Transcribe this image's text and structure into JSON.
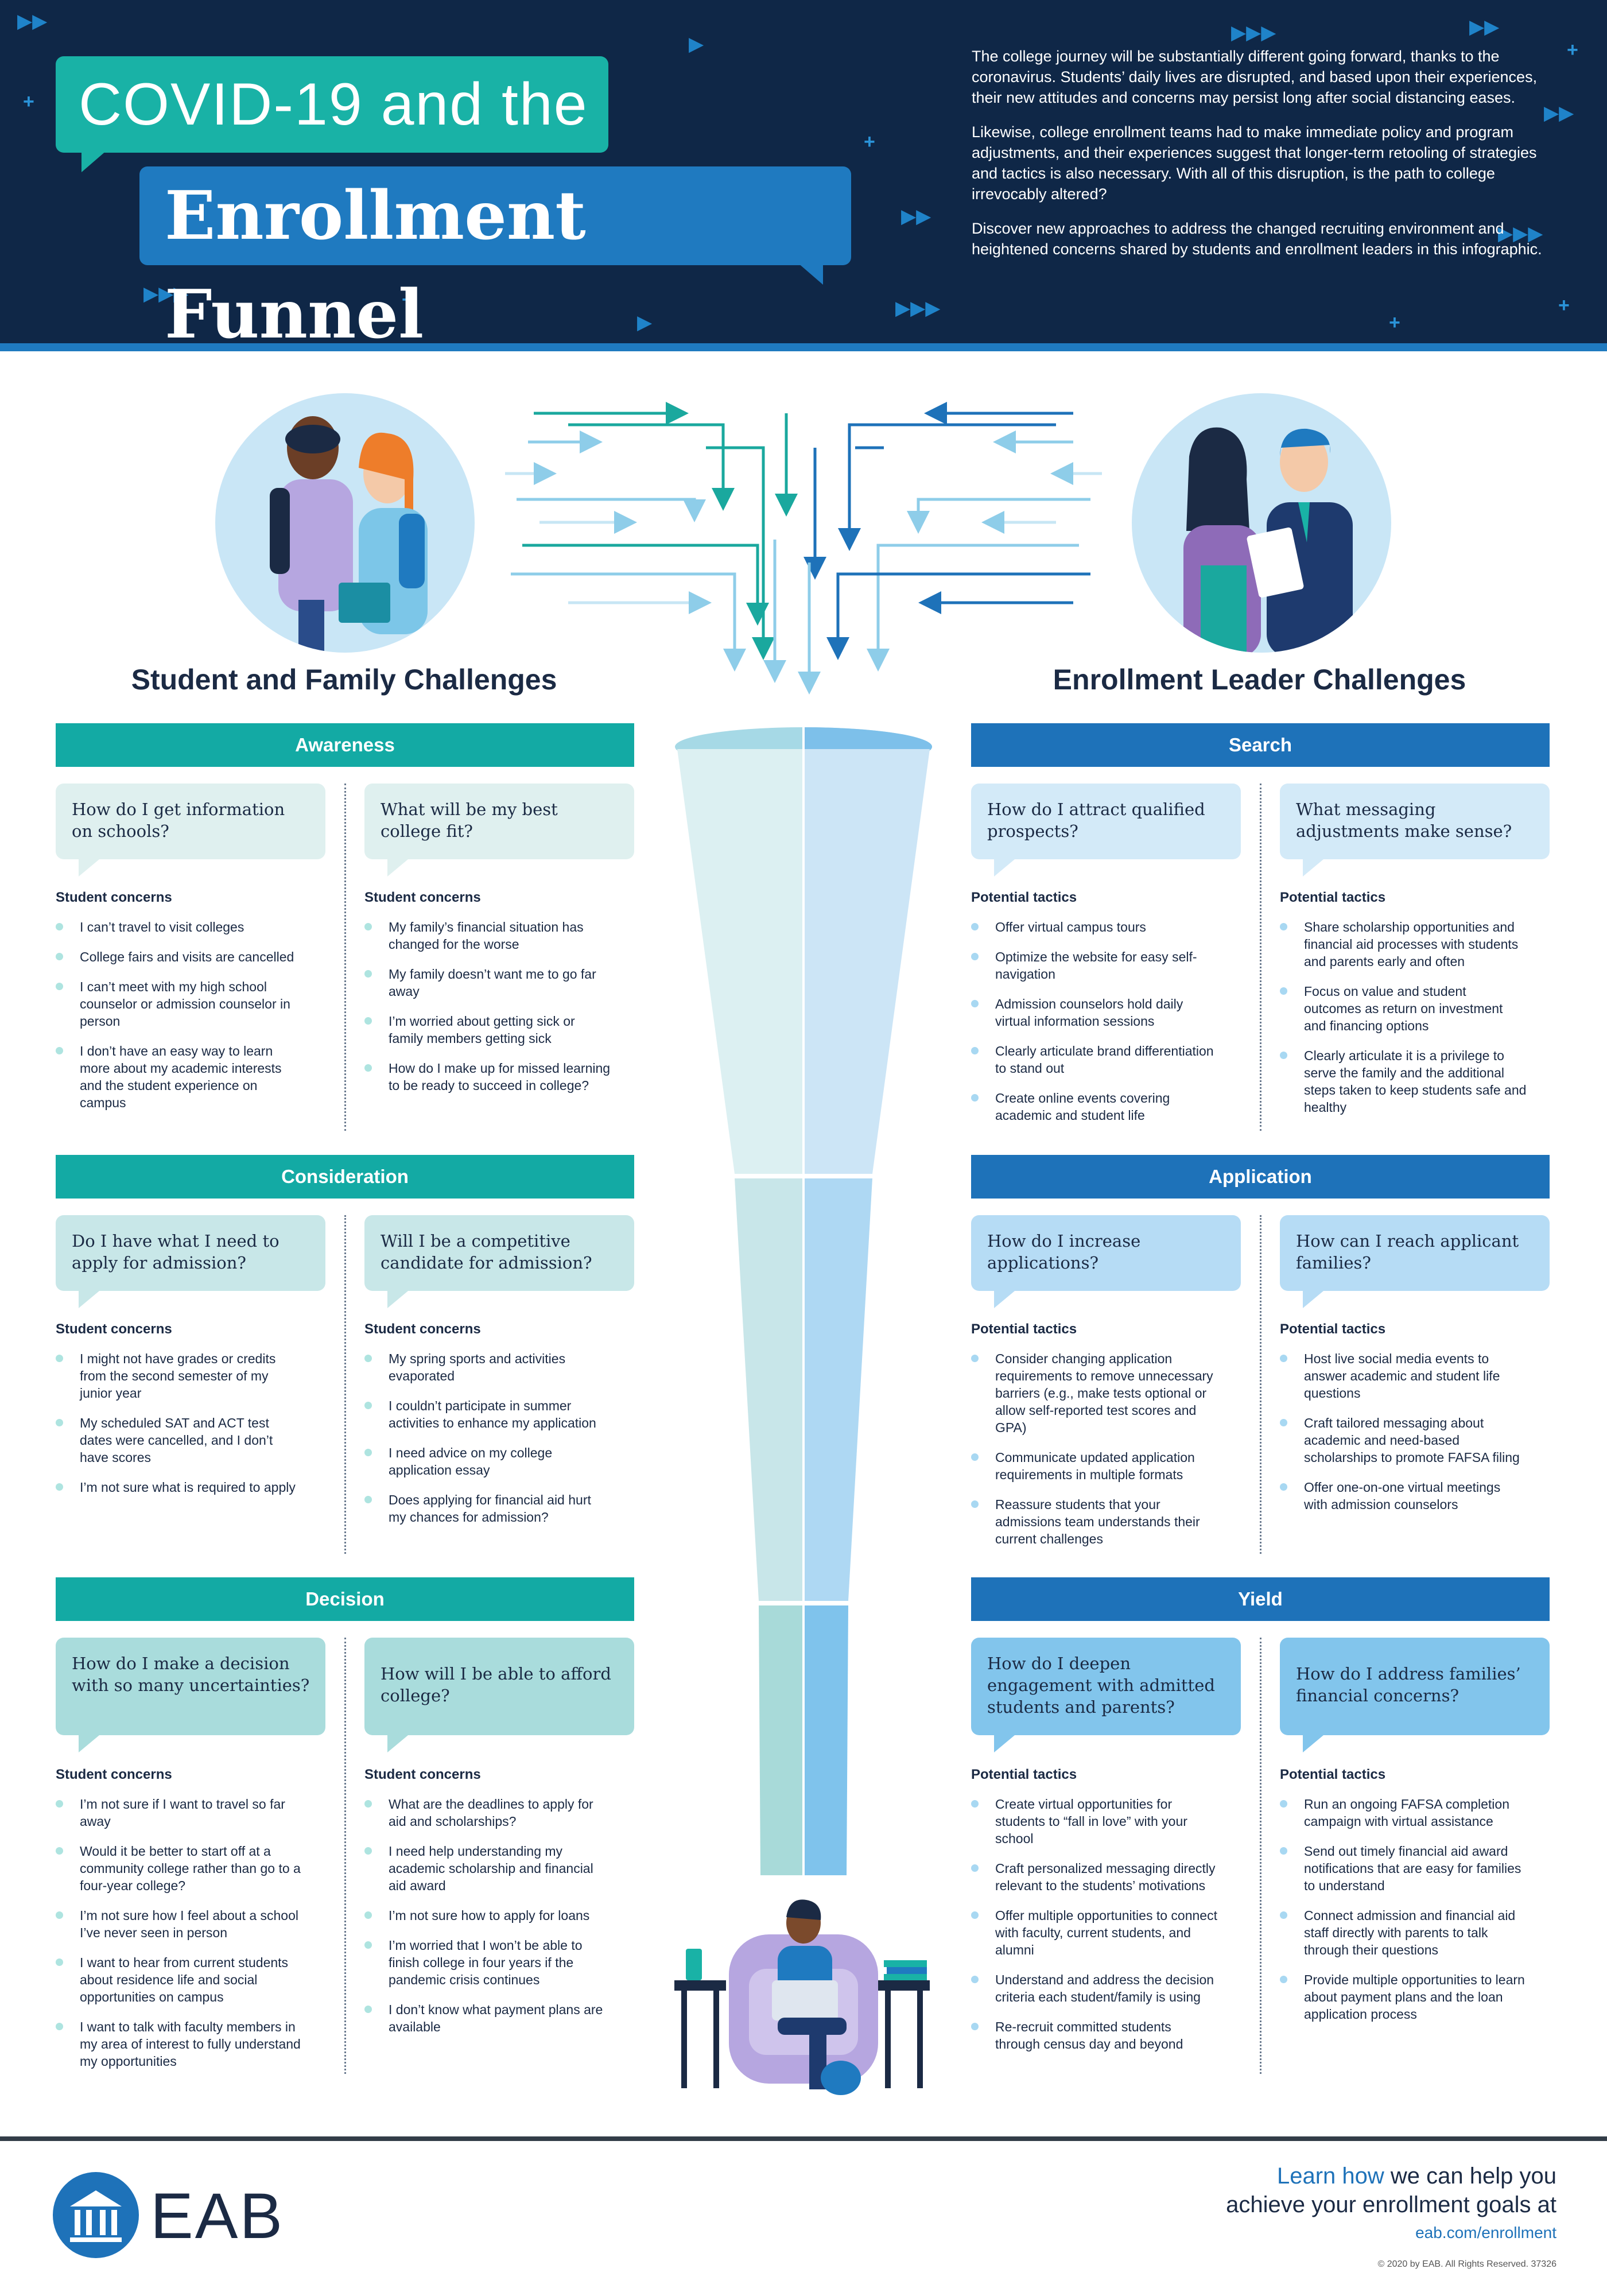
{
  "header": {
    "title_line1": "COVID-19 and the",
    "title_line2": "Enrollment Funnel",
    "intro": [
      "The college journey will be substantially different going forward, thanks to the coronavirus. Students’ daily lives are disrupted, and based upon their experiences, their new attitudes and concerns may persist long after social distancing eases.",
      "Likewise, college enrollment teams had to make immediate policy and program adjustments, and their experiences suggest that longer-term retooling of strategies and tactics is also necessary. With all of this disruption, is the path to college irrevocably altered?",
      "Discover new approaches to address the changed recruiting environment and heightened concerns shared by students and enrollment leaders in this infographic."
    ]
  },
  "left": {
    "title": "Student and Family Challenges",
    "sections": [
      {
        "band": "Awareness",
        "q1": "How do I get information on schools?",
        "q2": "What will be my best college fit?",
        "label": "Student concerns",
        "list1": [
          "I can’t travel to visit colleges",
          "College fairs and visits are cancelled",
          "I can’t meet with my high school counselor or admission counselor in person",
          "I don’t have an easy way to learn more about my academic interests and the student experience on campus"
        ],
        "list2": [
          "My family’s financial situation has changed for the worse",
          "My family doesn’t want me to go far away",
          "I’m worried about getting sick or family members getting sick",
          "How do I make up for missed learning to be ready to succeed in college?"
        ]
      },
      {
        "band": "Consideration",
        "q1": "Do I have what I need to apply for admission?",
        "q2": "Will I be a competitive candidate for admission?",
        "label": "Student concerns",
        "list1": [
          "I might not have grades or credits from the second semester of my junior year",
          "My scheduled SAT and ACT test dates were cancelled, and I don’t have scores",
          "I’m not sure what is required to apply"
        ],
        "list2": [
          "My spring sports and activities evaporated",
          "I couldn’t participate in summer activities to enhance my application",
          "I need advice on my college application essay",
          "Does applying for financial aid hurt my chances for admission?"
        ]
      },
      {
        "band": "Decision",
        "q1": "How do I make a decision with so many uncertainties?",
        "q2": "How will I be able to afford college?",
        "label": "Student concerns",
        "list1": [
          "I’m not sure if I want to travel so far away",
          "Would it be better to start off at a community college rather than go to a four-year college?",
          "I’m not sure how I feel about a school I’ve never seen in person",
          "I want to hear from current students about residence life and social opportunities on campus",
          "I want to talk with faculty members in my area of interest to fully understand my opportunities"
        ],
        "list2": [
          "What are the deadlines to apply for aid and scholarships?",
          "I need help understanding my academic scholarship and financial aid award",
          "I’m not sure how to apply for loans",
          "I’m worried that I won’t be able to finish college in four years if the pandemic crisis continues",
          "I don’t know what payment plans are available"
        ]
      }
    ]
  },
  "right": {
    "title": "Enrollment Leader Challenges",
    "sections": [
      {
        "band": "Search",
        "q1": "How do I attract qualified prospects?",
        "q2": "What messaging adjustments make sense?",
        "label": "Potential tactics",
        "list1": [
          "Offer virtual campus tours",
          "Optimize the website for easy self-navigation",
          "Admission counselors hold daily virtual information sessions",
          "Clearly articulate brand differentiation to stand out",
          "Create online events covering academic and student life"
        ],
        "list2": [
          "Share scholarship opportunities and financial aid processes with students and parents early and often",
          "Focus on value and student outcomes as return on investment and financing options",
          "Clearly articulate it is a privilege to serve the family and the additional steps taken to keep students safe and healthy"
        ]
      },
      {
        "band": "Application",
        "q1": "How do I increase applications?",
        "q2": "How can I reach applicant families?",
        "label": "Potential tactics",
        "list1": [
          "Consider changing application requirements to remove unnecessary barriers (e.g., make tests optional or allow self-reported test scores and GPA)",
          "Communicate updated application requirements in multiple formats",
          "Reassure students that your admissions team understands their current challenges"
        ],
        "list2": [
          "Host live social media events to answer academic and student life questions",
          "Craft tailored messaging about academic and need-based scholarships to promote FAFSA filing",
          "Offer one-on-one virtual meetings with admission counselors"
        ]
      },
      {
        "band": "Yield",
        "q1": "How do I deepen engagement with admitted students and parents?",
        "q2": "How do I address families’ financial concerns?",
        "label": "Potential tactics",
        "list1": [
          "Create virtual opportunities for students to “fall in love” with your school",
          "Craft personalized messaging directly relevant to the students’ motivations",
          "Offer multiple opportunities to connect with faculty, current students, and alumni",
          "Understand and address the decision criteria each student/family is using",
          "Re-recruit committed students through census day and beyond"
        ],
        "list2": [
          "Run an ongoing FAFSA completion campaign with virtual assistance",
          "Send out timely financial aid award notifications that are easy for families to understand",
          "Connect admission and financial aid staff directly with parents to talk through their questions",
          "Provide multiple opportunities to learn about payment plans and the loan application process"
        ]
      }
    ]
  },
  "footer": {
    "logo": "EAB",
    "cta_highlight": "Learn how",
    "cta_rest": " we can help you",
    "cta_line2": "achieve your enrollment goals at",
    "url": "eab.com/enrollment",
    "copyright": "© 2020 by EAB. All Rights Reserved. 37326"
  },
  "colors": {
    "navy": "#0f2747",
    "teal": "#13aaa4",
    "blue": "#1e72b9",
    "light_teal": "#dff0ef",
    "light_blue": "#d3eaf8"
  }
}
